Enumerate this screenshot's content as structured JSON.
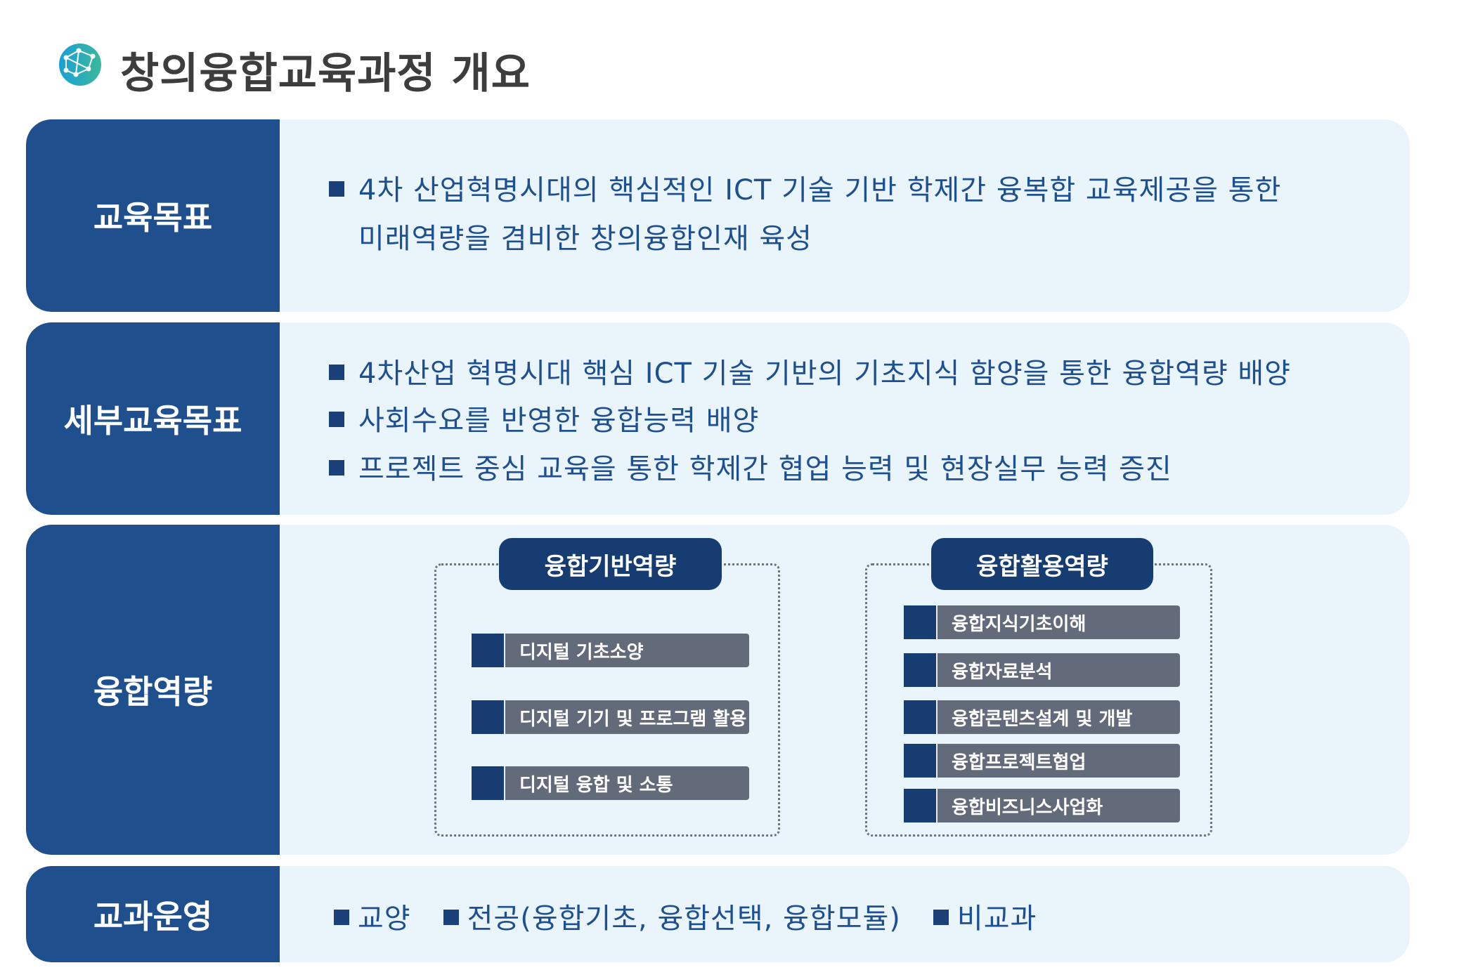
{
  "title": "창의융합교육과정 개요",
  "colors": {
    "label_bg": "#1f4f8d",
    "panel_bg": "#eaf5fb",
    "text": "#1d4f91",
    "item_bg": "#636b7a",
    "pill_bg": "#173c72"
  },
  "rows": {
    "goal": {
      "label": "교육목표",
      "lines": [
        "4차 산업혁명시대의 핵심적인 ICT 기술 기반 학제간 융복합 교육제공을 통한",
        "미래역량을  겸비한  창의융합인재 육성"
      ]
    },
    "detail": {
      "label": "세부교육목표",
      "lines": [
        "4차산업 혁명시대 핵심 ICT 기술 기반의 기초지식 함양을 통한 융합역량 배양",
        "사회수요를 반영한 융합능력 배양",
        "프로젝트 중심 교육을 통한 학제간 협업 능력 및 현장실무 능력 증진"
      ]
    },
    "competency": {
      "label": "융합역량",
      "basic": {
        "title": "융합기반역량",
        "items": [
          "디지털 기초소양",
          "디지털 기기 및 프로그램 활용",
          "디지털 융합 및 소통"
        ]
      },
      "applied": {
        "title": "융합활용역량",
        "items": [
          "융합지식기초이해",
          "융합자료분석",
          "융합콘텐츠설계 및 개발",
          "융합프로젝트협업",
          "융합비즈니스사업화"
        ]
      }
    },
    "operation": {
      "label": "교과운영",
      "items": [
        "교양",
        "전공(융합기초, 융합선택, 융합모듈)",
        "비교과"
      ]
    }
  }
}
